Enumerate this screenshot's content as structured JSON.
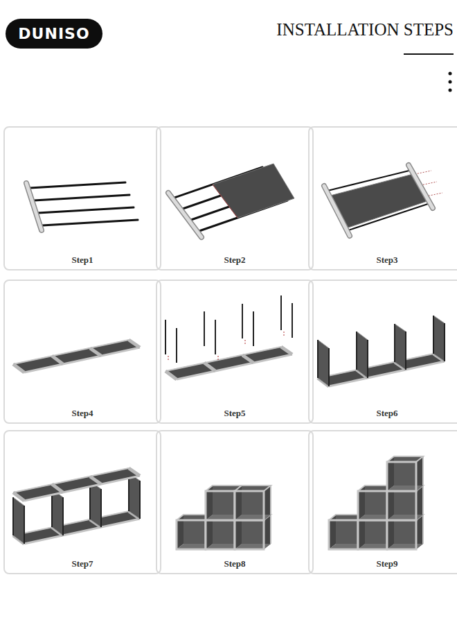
{
  "diagram": {
    "title": "INSTALLATION STEPS",
    "nodes": [
      {
        "text": [
          "DUNISO"
        ]
      },
      {
        "text": [
          "Step1"
        ]
      },
      {
        "text": [
          "Step2"
        ]
      },
      {
        "text": [
          "Step3"
        ]
      },
      {
        "text": [
          "Step4"
        ]
      },
      {
        "text": [
          "Step5"
        ]
      },
      {
        "text": [
          "Step6"
        ]
      },
      {
        "text": [
          "Step7"
        ]
      },
      {
        "text": [
          "Step8"
        ]
      },
      {
        "text": [
          "Step9"
        ]
      }
    ]
  }
}
